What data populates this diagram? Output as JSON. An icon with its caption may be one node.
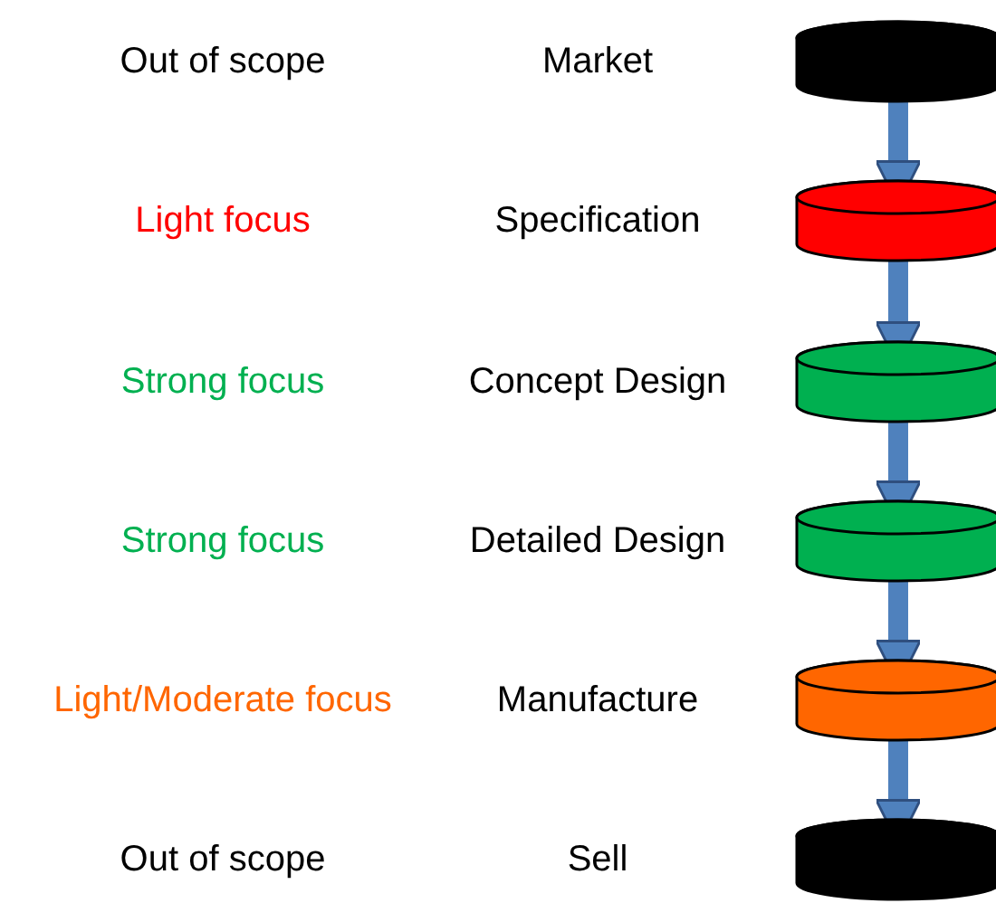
{
  "diagram": {
    "nodes": [
      {
        "text": [],
        "shape": "cylinder"
      },
      {
        "text": [],
        "shape": "cylinder"
      },
      {
        "text": [],
        "shape": "cylinder"
      },
      {
        "text": [],
        "shape": "cylinder"
      },
      {
        "text": [],
        "shape": "cylinder"
      },
      {
        "text": [],
        "shape": "cylinder"
      }
    ],
    "edges": [
      {
        "from": 0,
        "to": 1,
        "arrow": "to"
      },
      {
        "from": 1,
        "to": 2,
        "arrow": "to"
      },
      {
        "from": 2,
        "to": 3,
        "arrow": "to"
      },
      {
        "from": 3,
        "to": 4,
        "arrow": "to"
      },
      {
        "from": 4,
        "to": 5,
        "arrow": "to"
      }
    ],
    "labels": [
      "Out of scope",
      "Market",
      "Light focus",
      "Specification",
      "Strong focus",
      "Concept Design",
      "Strong focus",
      "Detailed Design",
      "Light/Moderate focus",
      "Manufacture",
      "Out of scope",
      "Sell"
    ]
  }
}
